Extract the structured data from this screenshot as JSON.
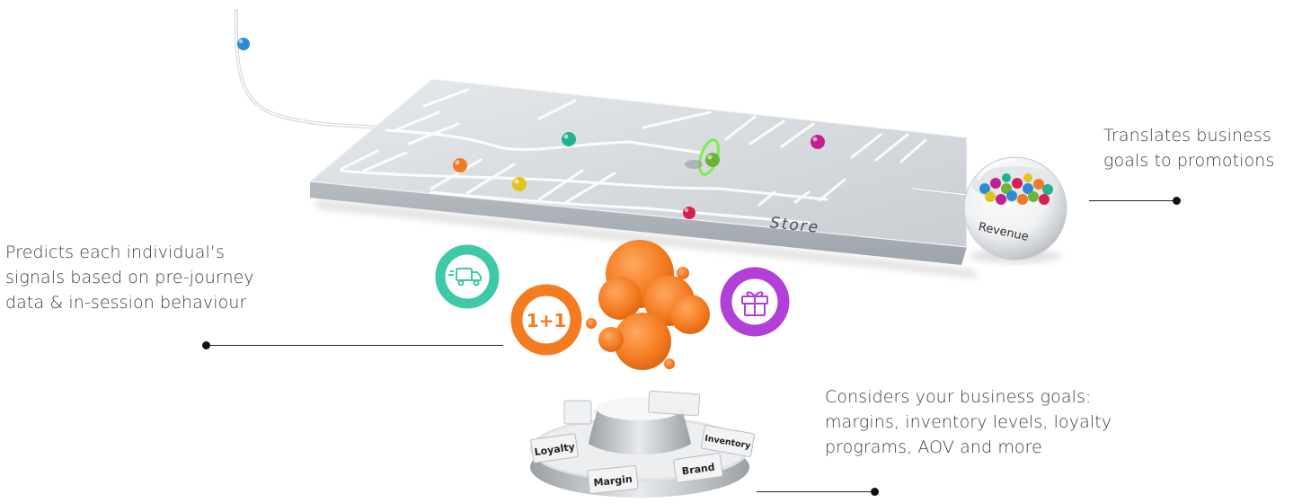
{
  "captions": {
    "predicts": [
      "Predicts each individual’s",
      "signals based on pre-journey",
      "data & in-session behaviour"
    ],
    "translates": [
      "Translates business",
      "goals to promotions"
    ],
    "considers": [
      "Considers your business goals:",
      "margins, inventory levels, loyalty",
      "programs, AOV and more"
    ]
  },
  "store_label": "Store",
  "revenue_label": "Revenue",
  "goal_tags": {
    "loyalty": "Loyalty",
    "margin": "Margin",
    "brand": "Brand",
    "inventory": "Inventory"
  },
  "promo_badge": "1+1",
  "colors": {
    "blob": "#f47b20",
    "teal_ring": "#3ec9a7",
    "orange_ring": "#f47b20",
    "purple_ring": "#b23fd8",
    "board": "#d3d8dd",
    "ball_blue": "#2a8dd4",
    "ball_teal": "#21b38f",
    "ball_orange": "#ee7a25",
    "ball_yellow": "#e1c51f",
    "ball_green": "#6bb33a",
    "ball_magenta": "#c2208f",
    "ball_red": "#d8204e"
  },
  "icons": {
    "truck": "delivery-truck-icon",
    "gift": "gift-icon",
    "bundle": "one-plus-one-icon"
  }
}
